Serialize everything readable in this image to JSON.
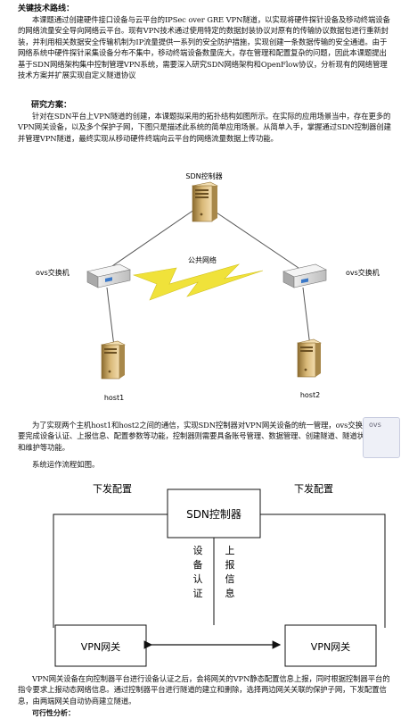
{
  "section_title": "关键技术路线：",
  "para1": "本课题通过创建硬件接口设备与云平台的IPSec over GRE VPN隧道，以实现将硬件探针设备及移动终端设备的网络流量安全导向网络云平台。现有VPN技术通过使用特定的数据封装协议对原有的传输协议数据包进行重新封装，并利用相关数据安全传输机制为IP流量提供一系列的安全防护措施，实现创建一条数据传输的安全通道。由于网络系统中硬件探针采集设备分布不集中，移动终端设备数量庞大，存在管理和配置复杂的问题，因此本课题提出基于SDN网络架构集中控制管理VPN系统，需要深入研究SDN网络架构和OpenFlow协议，分析现有的网络管理技术方案并扩展实现自定义隧道协议",
  "research_title": "研究方案：",
  "para2": "针对在SDN平台上VPN隧道的创建，本课题拟采用的拓扑结构如图所示。在实际的应用场景当中，存在更多的VPN网关设备，以及多个保护子网，下图只是描述此系统的简单应用场景。从简单入手，掌握通过SDN控制器创建并管理VPN隧道，最终实现从移动硬件终端向云平台的网络流量数据上传功能。",
  "topology": {
    "controller_label": "SDN控制器",
    "public_network_label": "公共网络",
    "switch_left_label": "ovs交换机",
    "switch_right_label": "ovs交换机",
    "host1_label": "host1",
    "host2_label": "host2"
  },
  "para3": "为了实现两个主机host1和host2之间的通信，实现SDN控制器对VPN网关设备的统一管理，ovs交换机设备需要完成设备认证、上报信息、配置参数等功能，控制器则需要具备账号管理、数据管理、创建隧道、隧道状态查看和维护等功能。",
  "tooltip_text": "ovs",
  "flow_intro": "系统运作流程如图。",
  "flow": {
    "left_label": "下发配置",
    "right_label": "下发配置",
    "controller_label": "SDN控制器",
    "auth_label": [
      "设",
      "备",
      "认",
      "证"
    ],
    "report_label": [
      "上",
      "报",
      "信",
      "息"
    ],
    "gateway_left": "VPN网关",
    "gateway_right": "VPN网关"
  },
  "para4": "VPN网关设备在向控制器平台进行设备认证之后，会将网关的VPN静态配置信息上报，同时根据控制器平台的指令要求上报动态网络信息。通过控制器平台进行隧道的建立和删除，选择两边网关关联的保护子网，下发配置信息，由两端网关自动协商建立隧道。",
  "bottom_heading": "可行性分析："
}
